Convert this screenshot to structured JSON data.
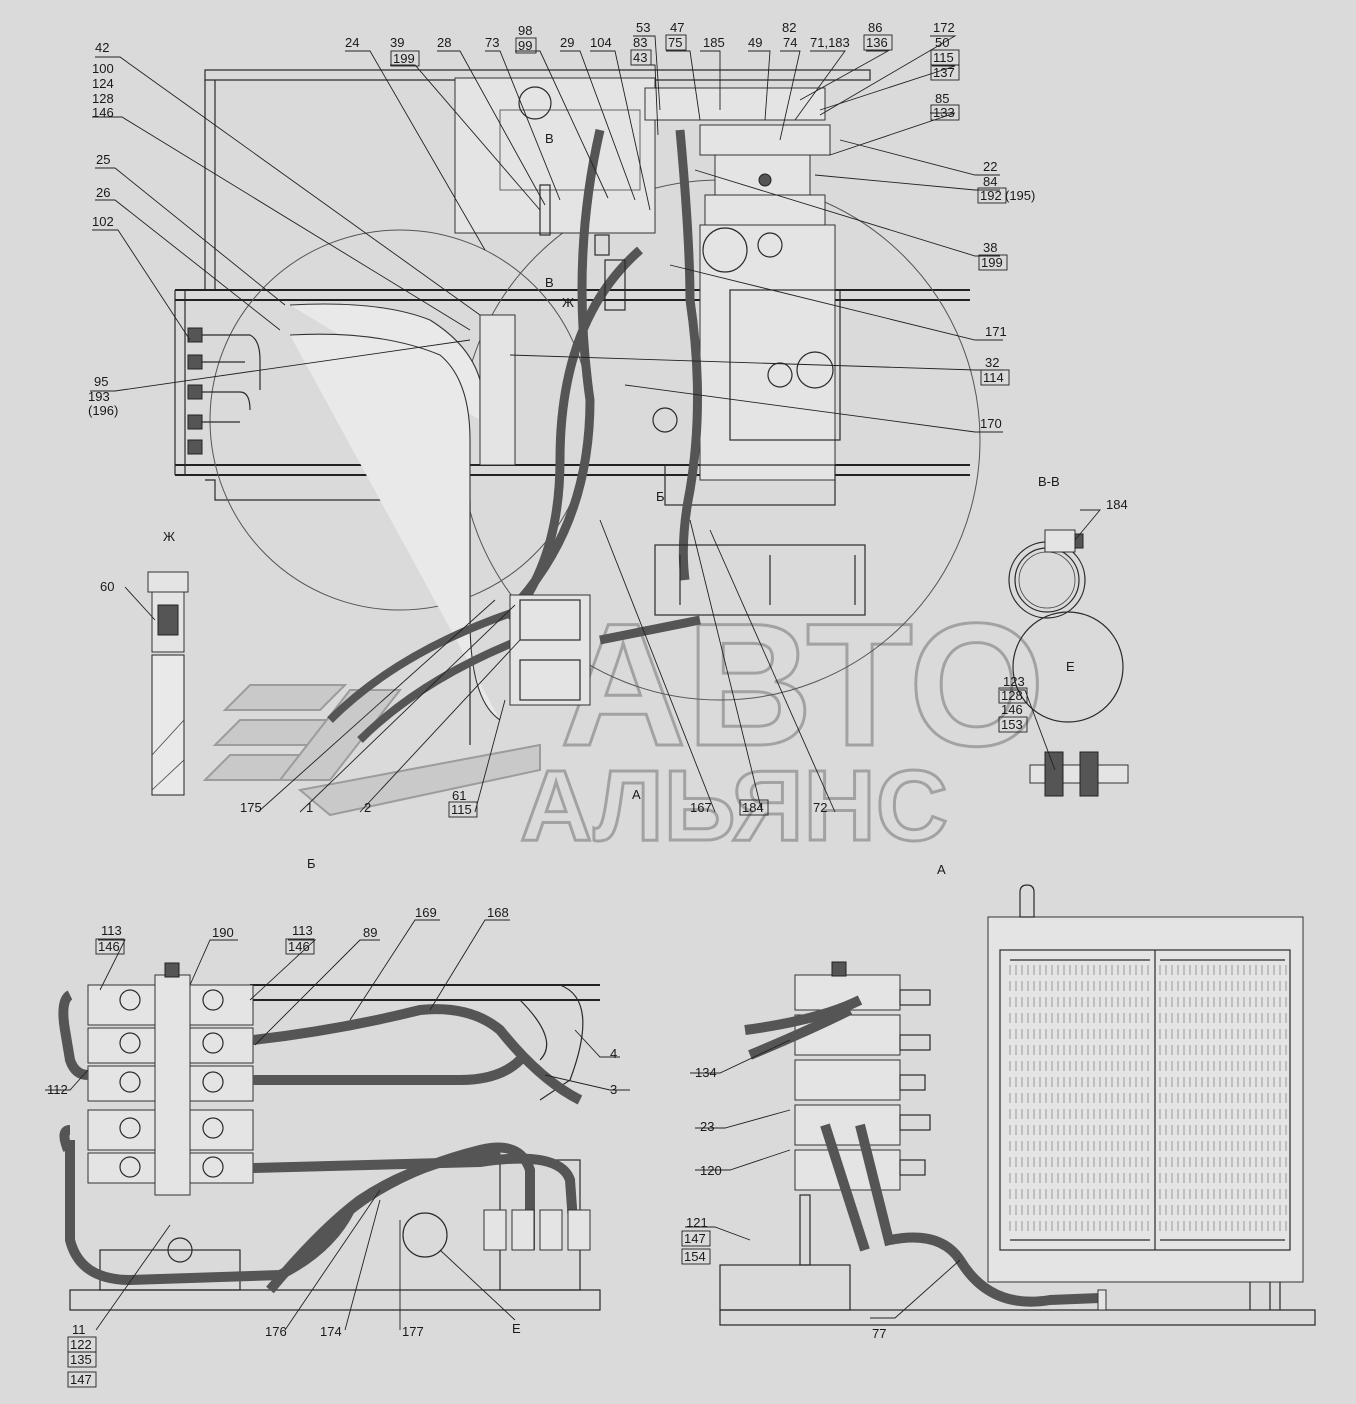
{
  "callouts": [
    {
      "id": "c42",
      "text": "42"
    },
    {
      "id": "c100",
      "text": "100"
    },
    {
      "id": "c124",
      "text": "124"
    },
    {
      "id": "c128",
      "text": "128"
    },
    {
      "id": "c146",
      "text": "146"
    },
    {
      "id": "c25",
      "text": "25"
    },
    {
      "id": "c26",
      "text": "26"
    },
    {
      "id": "c102",
      "text": "102"
    },
    {
      "id": "c95",
      "text": "95"
    },
    {
      "id": "c193",
      "text": "193"
    },
    {
      "id": "c196",
      "text": "(196)"
    },
    {
      "id": "c24",
      "text": "24"
    },
    {
      "id": "c39",
      "text": "39"
    },
    {
      "id": "c199a",
      "text": "199"
    },
    {
      "id": "c28",
      "text": "28"
    },
    {
      "id": "c73",
      "text": "73"
    },
    {
      "id": "c98",
      "text": "98"
    },
    {
      "id": "c99",
      "text": "99"
    },
    {
      "id": "c29",
      "text": "29"
    },
    {
      "id": "c104",
      "text": "104"
    },
    {
      "id": "c53",
      "text": "53"
    },
    {
      "id": "c83",
      "text": "83"
    },
    {
      "id": "c43",
      "text": "43"
    },
    {
      "id": "c47",
      "text": "47"
    },
    {
      "id": "c75",
      "text": "75"
    },
    {
      "id": "c185",
      "text": "185"
    },
    {
      "id": "c49",
      "text": "49"
    },
    {
      "id": "c82",
      "text": "82"
    },
    {
      "id": "c74",
      "text": "74"
    },
    {
      "id": "c71183",
      "text": "71,183"
    },
    {
      "id": "c86",
      "text": "86"
    },
    {
      "id": "c136",
      "text": "136"
    },
    {
      "id": "c172",
      "text": "172"
    },
    {
      "id": "c50",
      "text": "50"
    },
    {
      "id": "c115a",
      "text": "115"
    },
    {
      "id": "c137",
      "text": "137"
    },
    {
      "id": "c85",
      "text": "85"
    },
    {
      "id": "c133",
      "text": "133"
    },
    {
      "id": "c22",
      "text": "22"
    },
    {
      "id": "c84",
      "text": "84"
    },
    {
      "id": "c192",
      "text": "192"
    },
    {
      "id": "c195",
      "text": "(195)"
    },
    {
      "id": "c38",
      "text": "38"
    },
    {
      "id": "c199b",
      "text": "199"
    },
    {
      "id": "c171",
      "text": "171"
    },
    {
      "id": "c32",
      "text": "32"
    },
    {
      "id": "c114",
      "text": "114"
    },
    {
      "id": "c170",
      "text": "170"
    },
    {
      "id": "cBB",
      "text": "В-В"
    },
    {
      "id": "c184a",
      "text": "184"
    },
    {
      "id": "cE1",
      "text": "Е"
    },
    {
      "id": "c123",
      "text": "123"
    },
    {
      "id": "c128b",
      "text": "128"
    },
    {
      "id": "c146b",
      "text": "146"
    },
    {
      "id": "c153",
      "text": "153"
    },
    {
      "id": "cZh",
      "text": "Ж"
    },
    {
      "id": "c60",
      "text": "60"
    },
    {
      "id": "c175",
      "text": "175"
    },
    {
      "id": "c1",
      "text": "1"
    },
    {
      "id": "c2",
      "text": "2"
    },
    {
      "id": "c61",
      "text": "61"
    },
    {
      "id": "c115b",
      "text": "115"
    },
    {
      "id": "c167",
      "text": "167"
    },
    {
      "id": "c184b",
      "text": "184"
    },
    {
      "id": "c72",
      "text": "72"
    },
    {
      "id": "cA_arrow",
      "text": "А"
    },
    {
      "id": "cB_view",
      "text": "Б"
    },
    {
      "id": "cA_view",
      "text": "А"
    },
    {
      "id": "cV1",
      "text": "В"
    },
    {
      "id": "cV2",
      "text": "В"
    },
    {
      "id": "cZh2",
      "text": "Ж"
    },
    {
      "id": "cB_arrow",
      "text": "Б"
    },
    {
      "id": "c113a",
      "text": "113"
    },
    {
      "id": "c146c",
      "text": "146"
    },
    {
      "id": "c190",
      "text": "190"
    },
    {
      "id": "c113b",
      "text": "113"
    },
    {
      "id": "c146d",
      "text": "146"
    },
    {
      "id": "c89",
      "text": "89"
    },
    {
      "id": "c169",
      "text": "169"
    },
    {
      "id": "c168",
      "text": "168"
    },
    {
      "id": "c4",
      "text": "4"
    },
    {
      "id": "c3",
      "text": "3"
    },
    {
      "id": "c112",
      "text": "112"
    },
    {
      "id": "c11",
      "text": "11"
    },
    {
      "id": "c122",
      "text": "122"
    },
    {
      "id": "c135",
      "text": "135"
    },
    {
      "id": "c147a",
      "text": "147"
    },
    {
      "id": "c176",
      "text": "176"
    },
    {
      "id": "c174",
      "text": "174"
    },
    {
      "id": "c177",
      "text": "177"
    },
    {
      "id": "cE2",
      "text": "Е"
    },
    {
      "id": "c134",
      "text": "134"
    },
    {
      "id": "c23",
      "text": "23"
    },
    {
      "id": "c120",
      "text": "120"
    },
    {
      "id": "c121",
      "text": "121"
    },
    {
      "id": "c147b",
      "text": "147"
    },
    {
      "id": "c154",
      "text": "154"
    },
    {
      "id": "c77",
      "text": "77"
    }
  ],
  "watermark": {
    "line1": "АВТО",
    "line2": "АЛЬЯНС"
  }
}
